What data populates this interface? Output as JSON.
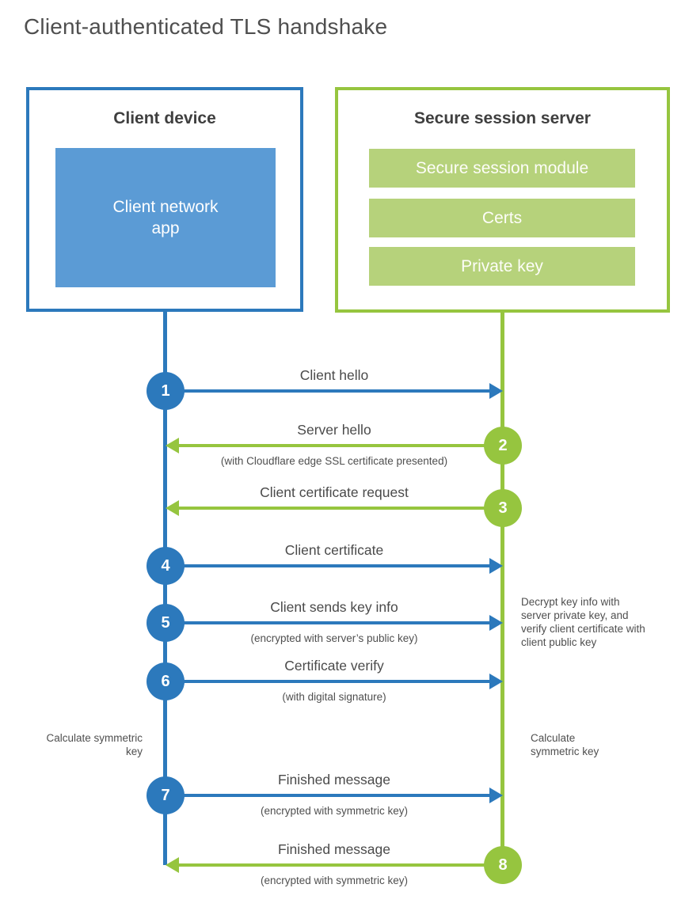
{
  "title": "Client-authenticated TLS handshake",
  "colors": {
    "client_accent": "#2c79bc",
    "client_fill": "#5b9bd5",
    "server_accent": "#96c53f",
    "server_fill": "#b6d27b",
    "heading_text": "#3f3f3f",
    "label_text": "#4a4a4a"
  },
  "client_box": {
    "title": "Client device",
    "app_label": "Client network app"
  },
  "server_box": {
    "title": "Secure session server",
    "modules": [
      "Secure session module",
      "Certs",
      "Private key"
    ]
  },
  "steps": [
    {
      "num": "1",
      "actor": "client",
      "direction": "right",
      "label": "Client hello",
      "sublabel": ""
    },
    {
      "num": "2",
      "actor": "server",
      "direction": "left",
      "label": "Server hello",
      "sublabel": "(with Cloudflare edge SSL certificate presented)"
    },
    {
      "num": "3",
      "actor": "server",
      "direction": "left",
      "label": "Client certificate request",
      "sublabel": ""
    },
    {
      "num": "4",
      "actor": "client",
      "direction": "right",
      "label": "Client certificate",
      "sublabel": ""
    },
    {
      "num": "5",
      "actor": "client",
      "direction": "right",
      "label": "Client sends key info",
      "sublabel": "(encrypted with server’s public key)"
    },
    {
      "num": "6",
      "actor": "client",
      "direction": "right",
      "label": "Certificate verify",
      "sublabel": "(with digital signature)"
    },
    {
      "num": "7",
      "actor": "client",
      "direction": "right",
      "label": "Finished message",
      "sublabel": "(encrypted with symmetric key)"
    },
    {
      "num": "8",
      "actor": "server",
      "direction": "left",
      "label": "Finished message",
      "sublabel": "(encrypted with symmetric key)"
    }
  ],
  "annotations": {
    "server_note": "Decrypt key info with server private key, and verify client certificate with client public key",
    "client_calculate": "Calculate symmetric key",
    "server_calculate": "Calculate symmetric key"
  }
}
